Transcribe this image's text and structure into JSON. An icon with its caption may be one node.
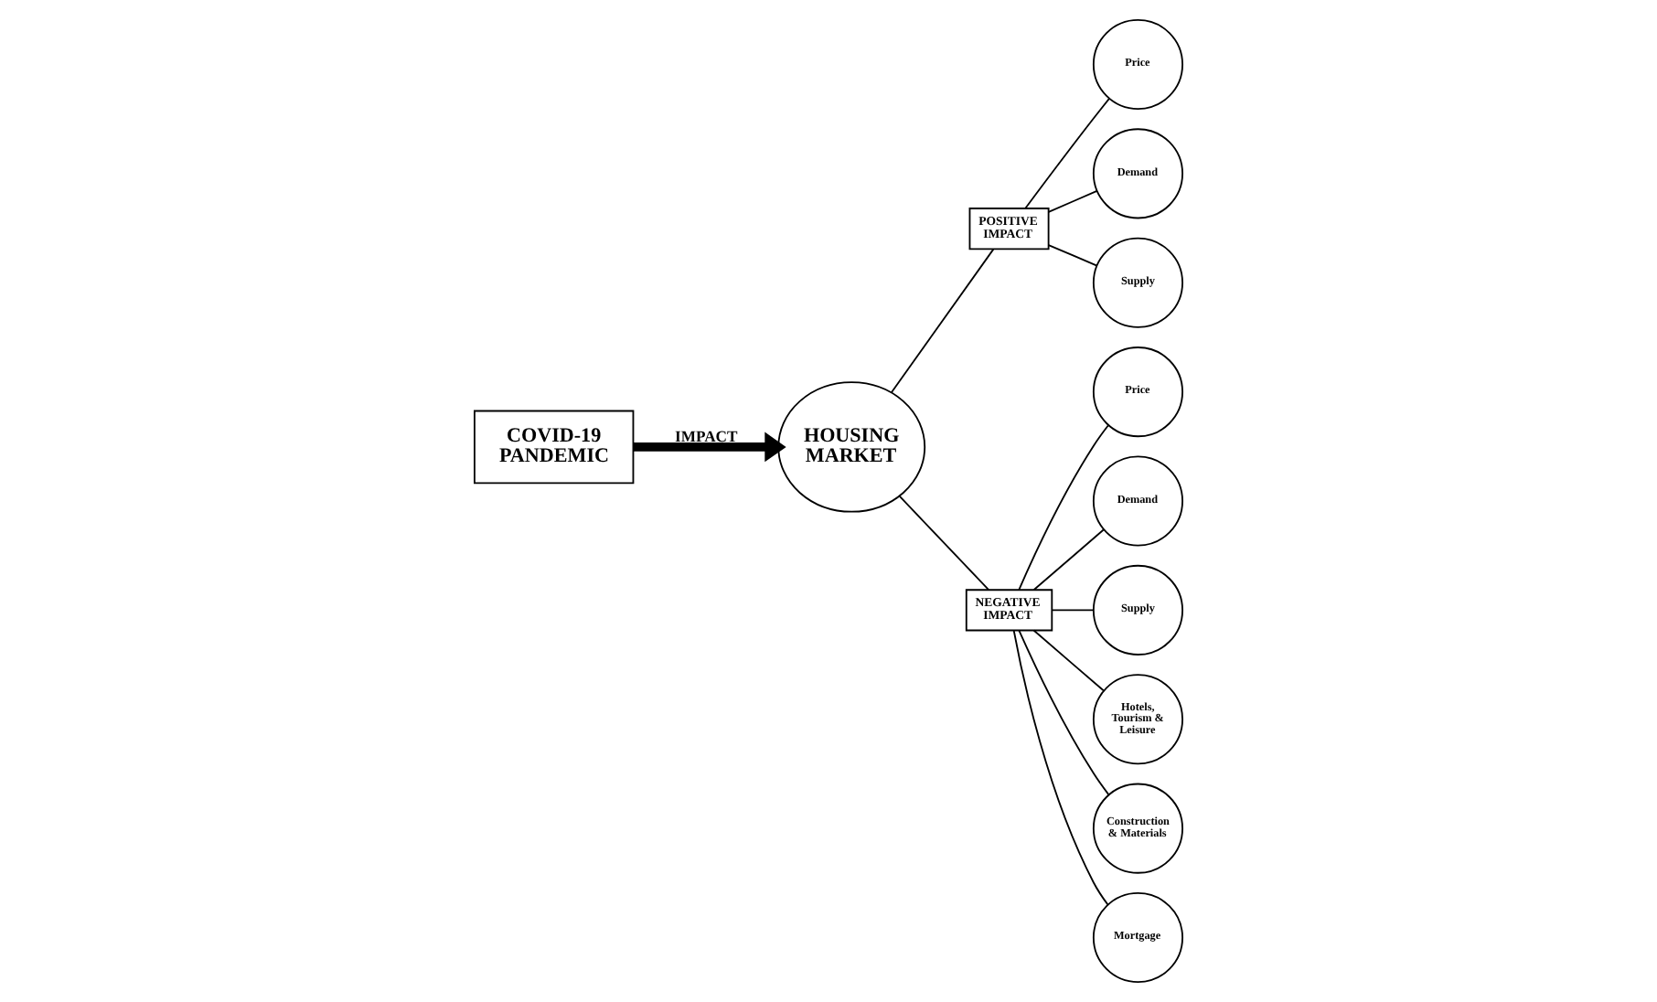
{
  "diagram": {
    "nodes": [
      {
        "text": [
          "COVID-19 PANDEMIC"
        ]
      },
      {
        "text": [
          "HOUSING MARKET"
        ]
      },
      {
        "text": [
          "POSITIVE IMPACT"
        ]
      },
      {
        "text": [
          "Price"
        ]
      },
      {
        "text": [
          "Demand"
        ]
      },
      {
        "text": [
          "Supply"
        ]
      },
      {
        "text": [
          "NEGATIVE IMPACT"
        ]
      },
      {
        "text": [
          "Price"
        ]
      },
      {
        "text": [
          "Demand"
        ]
      },
      {
        "text": [
          "Supply"
        ]
      },
      {
        "text": [
          "Hotels, Tourism & Leisure"
        ]
      },
      {
        "text": [
          "Construction & Materials"
        ]
      },
      {
        "text": [
          "Mortgage"
        ]
      }
    ],
    "edges": [
      {
        "from": 0,
        "to": 1,
        "arrow": "to",
        "label": "IMPACT",
        "style": "thick"
      },
      {
        "from": 1,
        "to": 2,
        "arrow": "none"
      },
      {
        "from": 2,
        "to": 3,
        "arrow": "none"
      },
      {
        "from": 2,
        "to": 4,
        "arrow": "none"
      },
      {
        "from": 2,
        "to": 5,
        "arrow": "none"
      },
      {
        "from": 1,
        "to": 6,
        "arrow": "none"
      },
      {
        "from": 6,
        "to": 7,
        "arrow": "none"
      },
      {
        "from": 6,
        "to": 8,
        "arrow": "none"
      },
      {
        "from": 6,
        "to": 9,
        "arrow": "none"
      },
      {
        "from": 6,
        "to": 10,
        "arrow": "none"
      },
      {
        "from": 6,
        "to": 11,
        "arrow": "none"
      },
      {
        "from": 6,
        "to": 12,
        "arrow": "none"
      }
    ]
  }
}
